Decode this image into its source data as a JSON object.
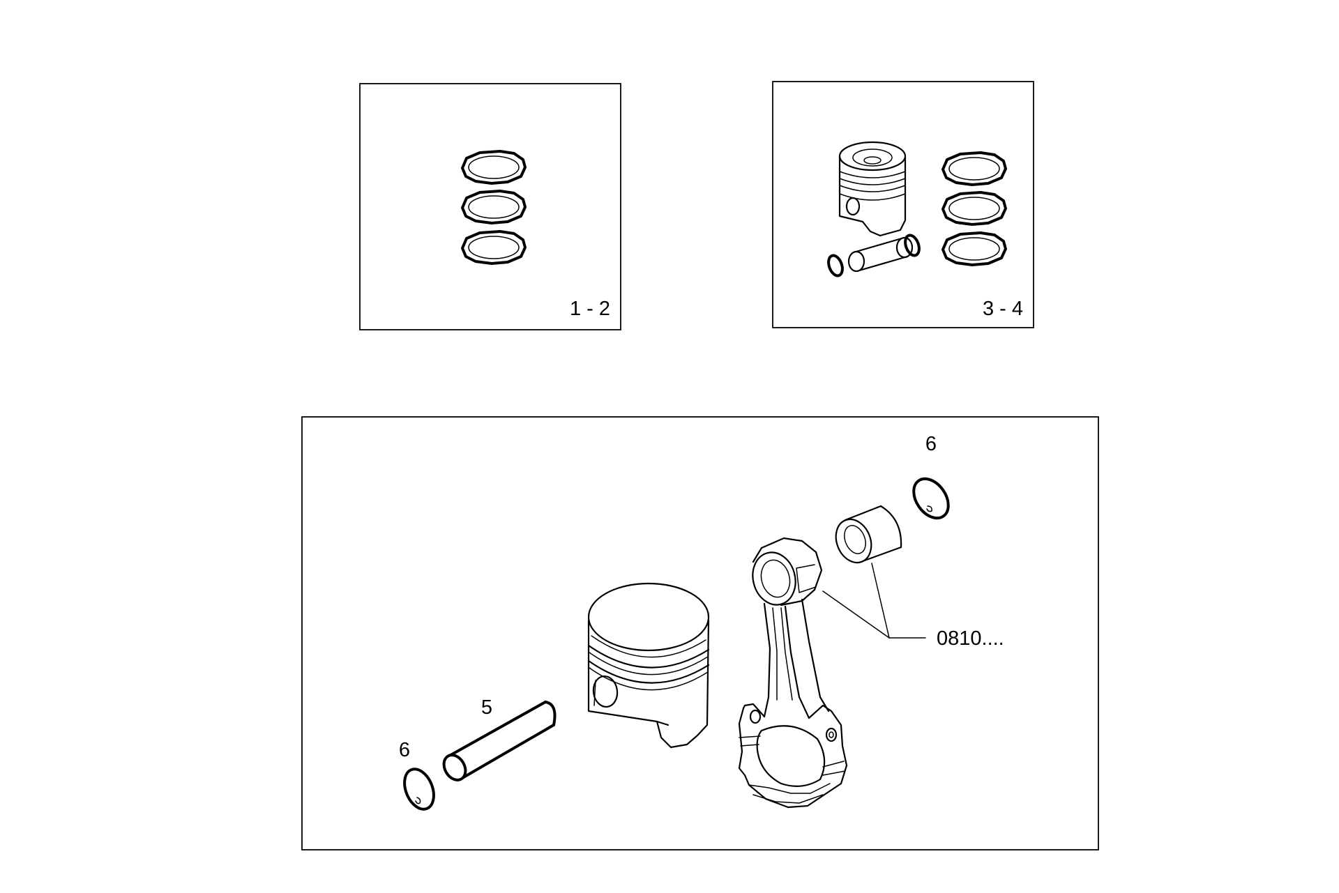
{
  "labels": {
    "panel_rings": "1 - 2",
    "panel_piston_kit": "3 - 4",
    "callout_circlip_right": "6",
    "callout_pin": "5",
    "callout_circlip_left": "6",
    "callout_rod_bush": "0810...."
  },
  "colors": {
    "line": "#000000",
    "background": "#ffffff"
  }
}
